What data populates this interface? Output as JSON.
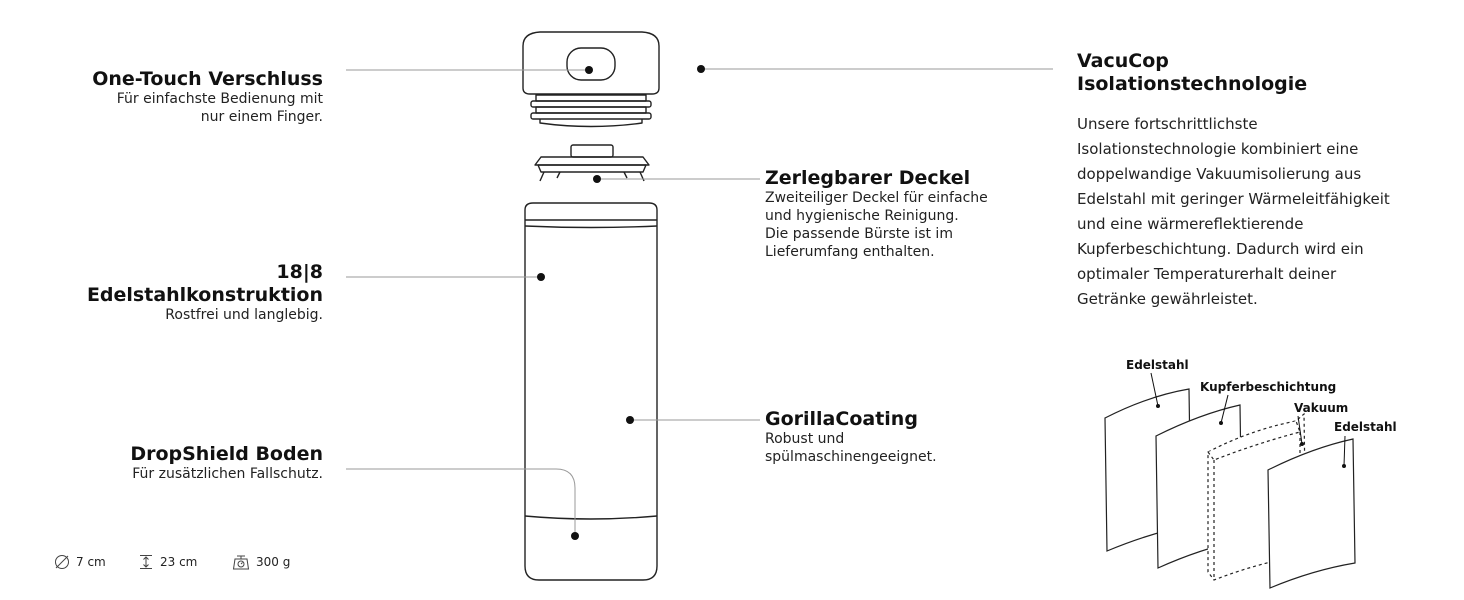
{
  "callouts": {
    "one_touch": {
      "title": "One-Touch Verschluss",
      "desc": [
        "Für einfachste Bedienung mit",
        "nur einem Finger."
      ]
    },
    "edelstahl": {
      "title": [
        "18|8",
        "Edelstahlkonstruktion"
      ],
      "desc": [
        "Rostfrei und langlebig."
      ]
    },
    "dropshield": {
      "title": "DropShield Boden",
      "desc": [
        "Für zusätzlichen Fallschutz."
      ]
    },
    "deckel": {
      "title": "Zerlegbarer Deckel",
      "desc": [
        "Zweiteiliger Deckel für einfache",
        "und hygienische Reinigung.",
        "Die passende Bürste ist im",
        "Lieferumfang enthalten."
      ]
    },
    "gorilla": {
      "title": "GorillaCoating",
      "desc": [
        "Robust und",
        "spülmaschinengeeignet."
      ]
    },
    "vacucop": {
      "title": [
        "VacuCop",
        "Isolationstechnologie"
      ],
      "desc": [
        "Unsere fortschrittlichste",
        "Isolationstechnologie kombiniert eine",
        "doppelwandige Vakuumisolierung aus",
        "Edelstahl mit geringer Wärmeleitfähigkeit",
        "und eine wärmereflektierende",
        "Kupferbeschichtung. Dadurch wird ein",
        "optimaler Temperaturerhalt deiner",
        "Getränke gewährleistet."
      ]
    }
  },
  "layers": {
    "edelstahl_outer": "Edelstahl",
    "kupfer": "Kupferbeschichtung",
    "vakuum": "Vakuum",
    "edelstahl_inner": "Edelstahl"
  },
  "specs": {
    "diameter": {
      "icon": "diameter-icon",
      "value": "7 cm"
    },
    "height": {
      "icon": "height-icon",
      "value": "23 cm"
    },
    "weight": {
      "icon": "scale-icon",
      "value": "300 g"
    }
  },
  "colors": {
    "line": "#222222",
    "leader": "#9a9a9a",
    "background": "#ffffff"
  }
}
